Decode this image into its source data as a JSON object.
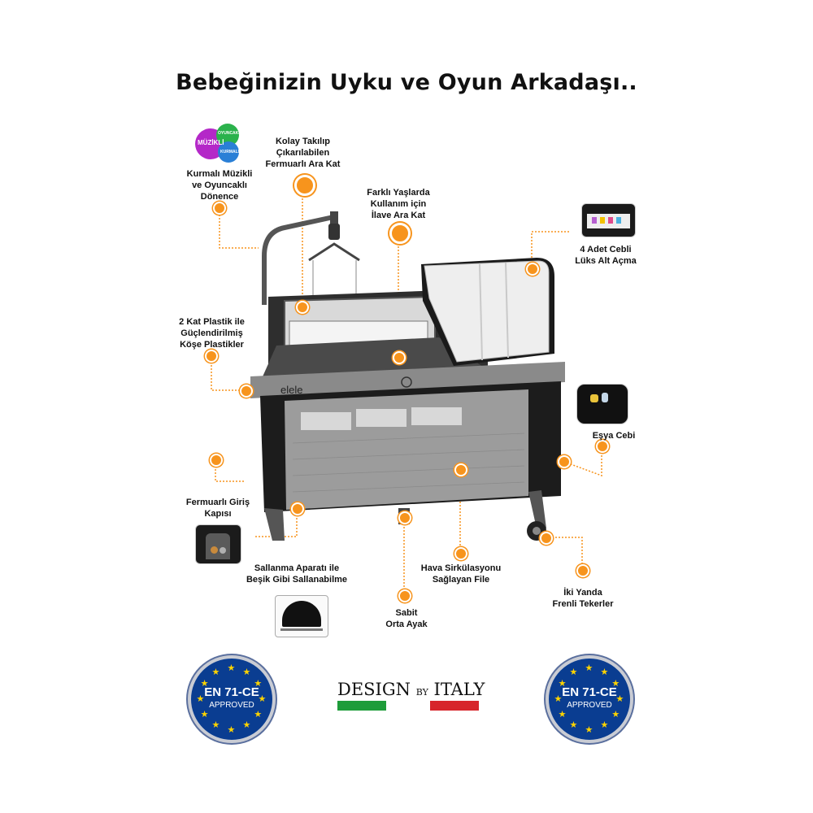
{
  "title": "Bebeğinizin Uyku ve Oyun Arkadaşı..",
  "features": {
    "mobile": "Kurmalı Müzikli\nve Oyuncaklı\nDönence",
    "zip_layer": "Kolay Takılıp\nÇıkarılabilen\nFermuarlı Ara Kat",
    "extra_layer": "Farklı Yaşlarda\nKullanım için\nİlave Ara Kat",
    "changer": "4 Adet Cebli\nLüks Alt Açma",
    "corners": "2 Kat Plastik ile\nGüçlendirilmiş\nKöşe Plastikler",
    "pocket": "Eşya Cebi",
    "door": "Fermuarlı Giriş\nKapısı",
    "rocking": "Sallanma Aparatı ile\nBeşik Gibi Sallanabilme",
    "air": "Hava Sirkülasyonu\nSağlayan File",
    "leg": "Sabit\nOrta Ayak",
    "wheels": "İki Yanda\nFrenli Tekerler"
  },
  "mobile_icon": {
    "line1": "MÜZİKLİ",
    "line2": "OYUNCAKLI",
    "line3": "KURMALI"
  },
  "brand": "elele",
  "badge_left": {
    "line1": "EN 71-CE",
    "line2": "APPROVED"
  },
  "badge_right": {
    "line1": "EN 71-CE",
    "line2": "APPROVED"
  },
  "design": {
    "word1": "DESIGN",
    "word2": "BY",
    "word3": "ITALY"
  },
  "colors": {
    "accent": "#f7941d",
    "badge_blue": "#0a3d91",
    "star": "#ffd400",
    "italy_green": "#1e9c3a",
    "italy_red": "#d7252b"
  }
}
